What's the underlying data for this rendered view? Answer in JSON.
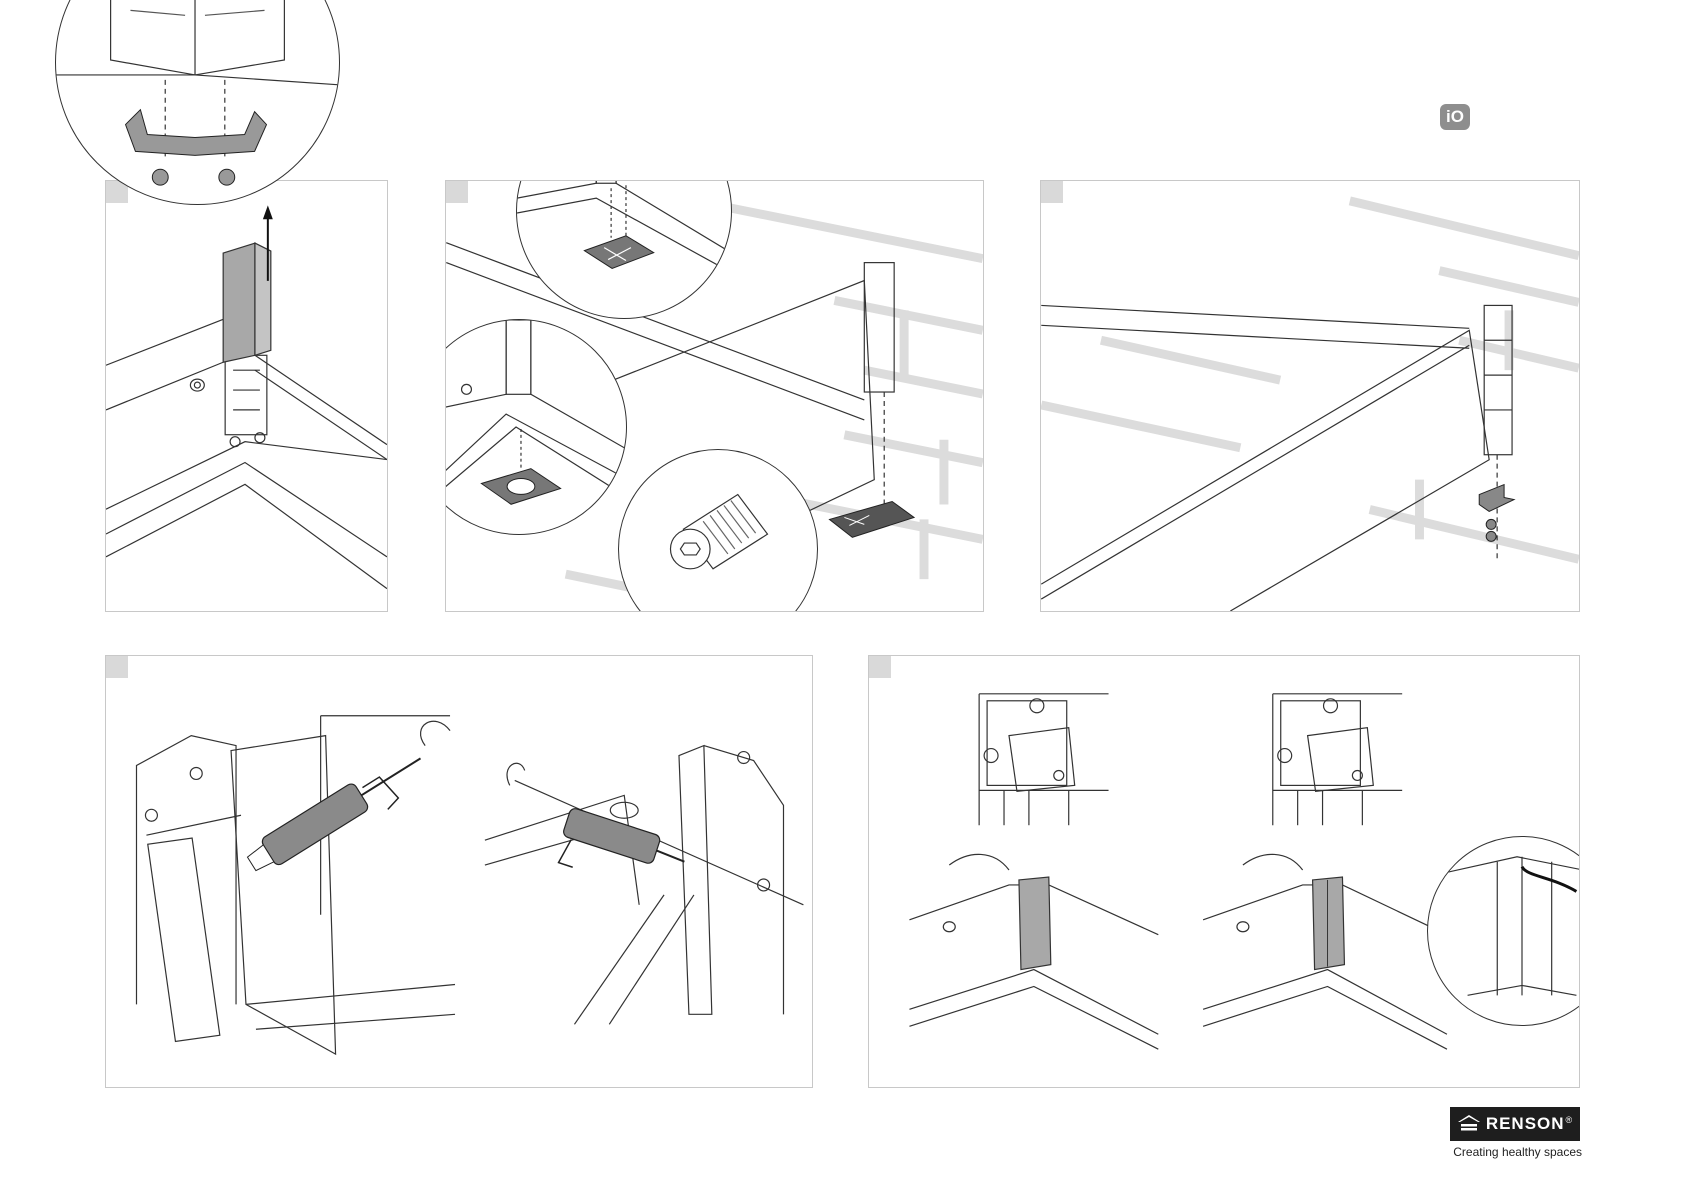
{
  "badge": {
    "label": "iO"
  },
  "logo": {
    "name": "RENSON",
    "registered": "®",
    "tagline": "Creating healthy spaces",
    "icon": "renson-house-mark-icon"
  },
  "steps": [
    {
      "number": "",
      "illustration": "corner-post-lift-out"
    },
    {
      "number": "",
      "illustration": "corner-base-plate-screws"
    },
    {
      "number": "",
      "illustration": "corner-bracket-nuts"
    },
    {
      "number": "",
      "illustration": "sealant-gun-application"
    },
    {
      "number": "",
      "illustration": "corner-cover-fit"
    }
  ],
  "colors": {
    "panel_border": "#c8c8c8",
    "tab": "#d9d9d9",
    "line": "#333333",
    "brick": "#dcdcdc",
    "fill_gray": "#a8a8a8",
    "logo_bg": "#1e1e1e"
  }
}
